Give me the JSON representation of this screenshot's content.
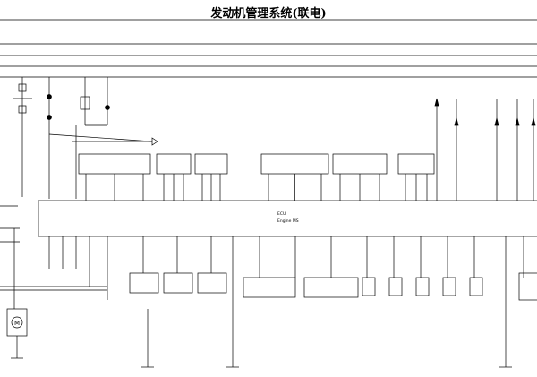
{
  "title": "发动机管理系统(联电)",
  "ecu": {
    "label": "ECU",
    "sublabel": "Engine MS"
  },
  "top_sensors": [
    {
      "label": ""
    },
    {
      "label": ""
    },
    {
      "label": ""
    },
    {
      "label": ""
    },
    {
      "label": ""
    },
    {
      "label": ""
    }
  ],
  "bottom_boxes": [
    {
      "label": ""
    },
    {
      "label": ""
    },
    {
      "label": ""
    },
    {
      "label": ""
    },
    {
      "label": ""
    }
  ],
  "motor": {
    "symbol": "M"
  },
  "colors": {
    "line": "#000000",
    "wire_marker": "#000000"
  }
}
